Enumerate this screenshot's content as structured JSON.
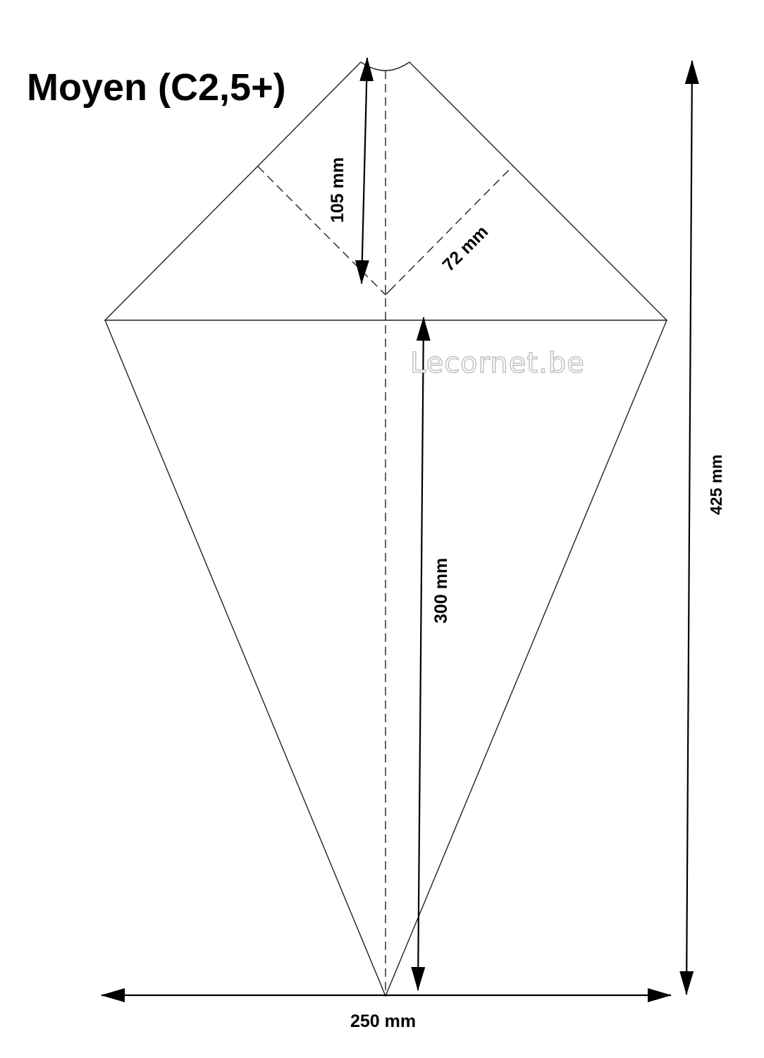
{
  "title": "Moyen (C2,5+)",
  "watermark": "Lecornet.be",
  "dimensions": {
    "total_height": "425 mm",
    "width": "250 mm",
    "cone_height": "300 mm",
    "flap_height": "105 mm",
    "flap_fold": "72 mm"
  },
  "colors": {
    "line": "#222222",
    "text": "#000000",
    "watermark_outline": "#b9b9b9"
  }
}
